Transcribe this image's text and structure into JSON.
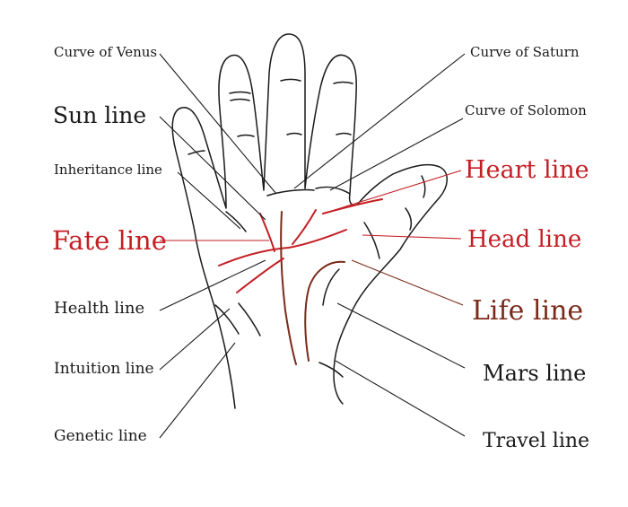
{
  "labels": {
    "curve_of_venus": "Curve of Venus",
    "sun_line": "Sun line",
    "inheritance_line": "Inheritance line",
    "fate_line": "Fate line",
    "health_line": "Health line",
    "intuition_line": "Intuition line",
    "genetic_line": "Genetic line",
    "curve_of_saturn": "Curve of Saturn",
    "curve_of_solomon": "Curve of Solomon",
    "heart_line": "Heart line",
    "head_line": "Head line",
    "life_line": "Life line",
    "mars_line": "Mars line",
    "travel_line": "Travel line"
  },
  "colors": {
    "outline": "#1a1a1a",
    "major_line_red": "#c41e24",
    "fate_line_brown": "#7a2a1a",
    "life_line_brown": "#7a2a1a",
    "label_text": "#1a1a1a"
  }
}
